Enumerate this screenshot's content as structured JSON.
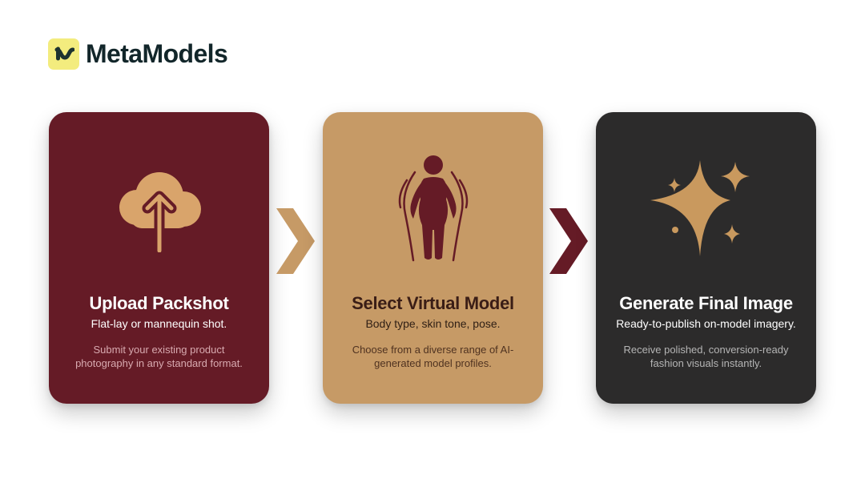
{
  "brand": {
    "name": "MetaModels",
    "logo_icon": "metamodels-logo-icon",
    "logo_bg_color": "#f3ec7e"
  },
  "steps": [
    {
      "icon": "cloud-upload-icon",
      "title": "Upload Packshot",
      "subtitle": "Flat-lay or mannequin shot.",
      "description": "Submit your existing product photography in any standard format.",
      "bg_color": "#651b26"
    },
    {
      "icon": "person-silhouette-icon",
      "title": "Select Virtual Model",
      "subtitle": "Body type, skin tone, pose.",
      "description": "Choose from a diverse range of AI-generated model profiles.",
      "bg_color": "#c69a66"
    },
    {
      "icon": "sparkles-icon",
      "title": "Generate Final Image",
      "subtitle": "Ready-to-publish on-model imagery.",
      "description": "Receive polished, conversion-ready fashion visuals instantly.",
      "bg_color": "#2c2b2b"
    }
  ],
  "connectors": [
    {
      "icon": "chevron-right-icon",
      "color": "#c69a66"
    },
    {
      "icon": "chevron-right-icon",
      "color": "#651b26"
    }
  ]
}
